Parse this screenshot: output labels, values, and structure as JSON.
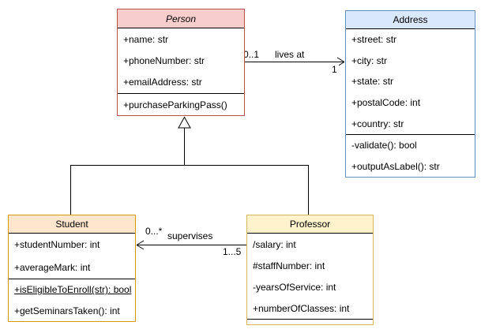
{
  "classes": {
    "person": {
      "name": "Person",
      "abstract": true,
      "attributes": [
        "+name: str",
        "+phoneNumber: str",
        "+emailAddress: str"
      ],
      "methods": [
        "+purchaseParkingPass()"
      ],
      "header_color": "#f8cecc",
      "border_color": "#b85450"
    },
    "address": {
      "name": "Address",
      "abstract": false,
      "attributes": [
        "+street: str",
        "+city: str",
        "+state: str",
        "+postalCode: int",
        "+country: str"
      ],
      "methods": [
        "-validate(): bool",
        "+outputAsLabel(): str"
      ],
      "header_color": "#dae8fc",
      "border_color": "#6c8ebf"
    },
    "student": {
      "name": "Student",
      "abstract": false,
      "attributes": [
        "+studentNumber: int",
        "+averageMark: int"
      ],
      "methods": [
        "+isEligibleToEnroll(str): bool",
        "+getSeminarsTaken(): int"
      ],
      "static_methods": [
        "+isEligibleToEnroll(str): bool"
      ],
      "header_color": "#ffe6cc",
      "border_color": "#d79b00"
    },
    "professor": {
      "name": "Professor",
      "abstract": false,
      "attributes": [
        "/salary: int",
        "#staffNumber: int",
        "-yearsOfService: int",
        "+numberOfClasses: int"
      ],
      "methods": [],
      "header_color": "#fff2cc",
      "border_color": "#d6b656"
    }
  },
  "associations": {
    "lives_at": {
      "label": "lives at",
      "from": "Person",
      "to": "Address",
      "person_multiplicity": "0..1",
      "address_multiplicity": "1",
      "arrow": "open-arrow-to-address"
    },
    "supervises": {
      "label": "supervises",
      "from": "Professor",
      "to": "Student",
      "student_multiplicity": "0...*",
      "professor_multiplicity": "1...5",
      "arrow": "open-arrow-to-student"
    },
    "generalization": {
      "parent": "Person",
      "children": [
        "Student",
        "Professor"
      ],
      "arrow": "hollow-triangle-to-person"
    }
  },
  "line_color": "#000000",
  "background_color": "#ffffff"
}
